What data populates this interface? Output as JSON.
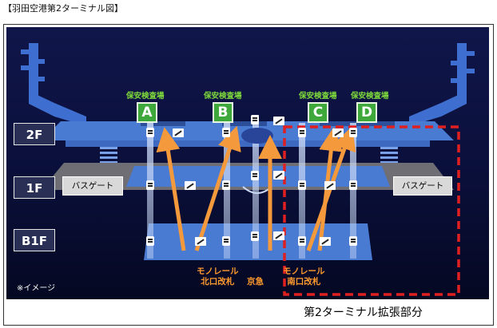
{
  "caption": "【羽田空港第2ターミナル図】",
  "floors": [
    "2F",
    "1F",
    "B1F"
  ],
  "security_label": "保安検査場",
  "gates": [
    "A",
    "B",
    "C",
    "D"
  ],
  "bus_gate_label": "バスゲート",
  "orange_labels": {
    "monorail_north": "モノレール\n北口改札",
    "keikyu": "京急",
    "monorail_south": "モノレール\n南口改札"
  },
  "note": "※イメージ",
  "expansion_label": "第2ターミナル拡張部分",
  "colors": {
    "floor_blue": "#4a7bd3",
    "accent_orange": "#f59a3c",
    "gate_green": "#3ea83a",
    "expansion_red": "#e02020"
  }
}
